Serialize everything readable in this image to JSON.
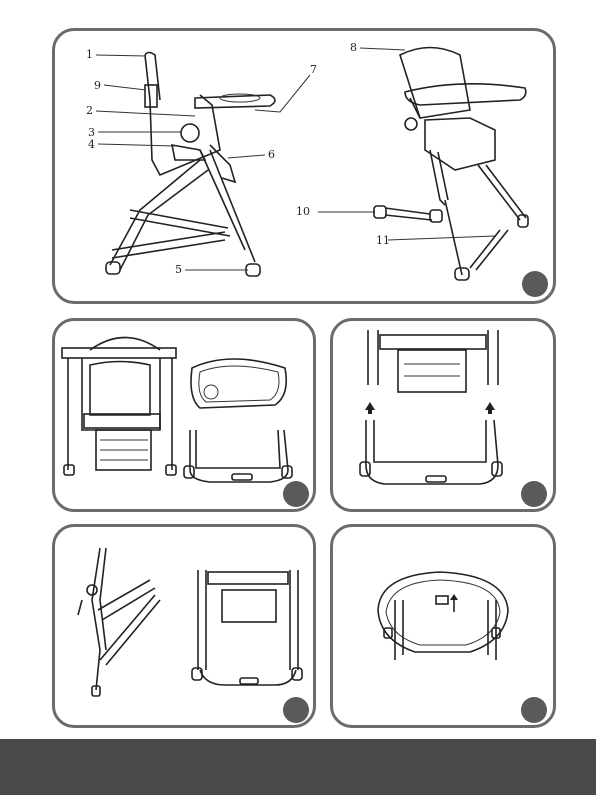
{
  "colors": {
    "border": "#6b6b6b",
    "badge": "#5a5a5a",
    "footer": "#4a4a4a",
    "line": "#222222"
  },
  "panel_main": {
    "callouts": [
      "1",
      "2",
      "3",
      "4",
      "5",
      "6",
      "7",
      "8",
      "9",
      "10",
      "11"
    ]
  }
}
